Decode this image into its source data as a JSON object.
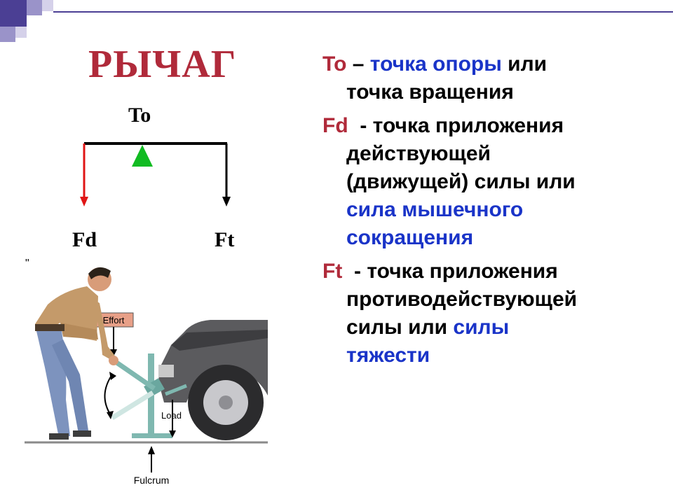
{
  "title": "РЫЧАГ",
  "diagram": {
    "label_top": "To",
    "label_left": "Fd",
    "label_right": "Ft",
    "quote_mark": "\""
  },
  "illustration": {
    "effort_label": "Effort",
    "load_label": "Load",
    "fulcrum_label": "Fulcrum"
  },
  "definitions": [
    {
      "term": "To",
      "dash": " – ",
      "blue1": "точка опоры",
      "black1": " или",
      "line2": "точка вращения"
    },
    {
      "term": "Fd",
      "line1": "  - точка приложения",
      "line2": "действующей",
      "line3": "(движущей) силы или",
      "blue1": "сила мышечного",
      "blue2": "сокращения"
    },
    {
      "term": "Ft",
      "line1": "  - точка приложения",
      "line2": "противодействующей",
      "black3": "силы или ",
      "blue1": "силы",
      "blue2": "тяжести"
    }
  ],
  "colors": {
    "accent_red": "#b02a3a",
    "accent_blue": "#1a34c8",
    "fulcrum_green": "#11bb22",
    "deco_purple": "#5a4fa0"
  }
}
